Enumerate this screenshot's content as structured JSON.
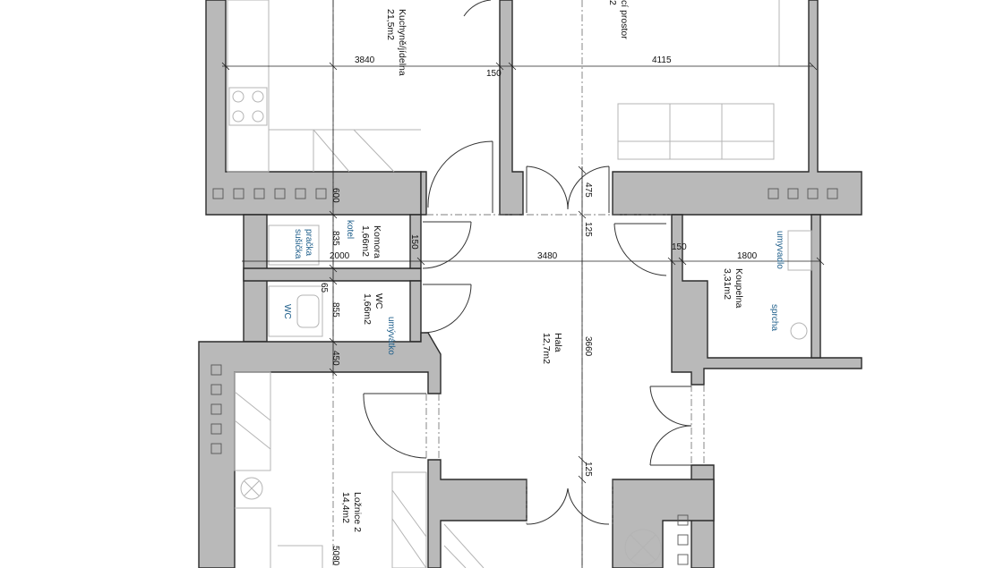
{
  "rooms": {
    "kuchyne": {
      "name": "Kuchyně/jídelna",
      "area": "21,5m2"
    },
    "obyvaci": {
      "name": "cí prostor",
      "area": "2"
    },
    "komora": {
      "name": "Komora",
      "area": "1,66m2"
    },
    "wc": {
      "name": "WC",
      "area": "1,66m2"
    },
    "hala": {
      "name": "Hala",
      "area": "12,7m2"
    },
    "koupelna": {
      "name": "Koupelna",
      "area": "3,31m2"
    },
    "loznice2": {
      "name": "Ložnice 2",
      "area": "14,4m2"
    }
  },
  "fixtures": {
    "kotel": "kotel",
    "pracka": "pračka",
    "susicka": "sušička",
    "wc_mark": "WC",
    "umyvatko": "umývátko",
    "umyvadlo": "umyvadlo",
    "sprcha": "sprcha"
  },
  "dimensions": {
    "d3840": "3840",
    "d4115": "4115",
    "d150a": "150",
    "d150b": "150",
    "d150c": "150",
    "d600": "600",
    "d835": "835",
    "d2000": "2000",
    "d3480": "3480",
    "d1800": "1800",
    "d475": "475",
    "d125a": "125",
    "d125b": "125",
    "d65": "65",
    "d855": "855",
    "d450": "450",
    "d3660": "3660",
    "d5080": "5080"
  },
  "colors": {
    "wall": "#b9b9b9",
    "fixture_label": "#1f5f8b"
  }
}
